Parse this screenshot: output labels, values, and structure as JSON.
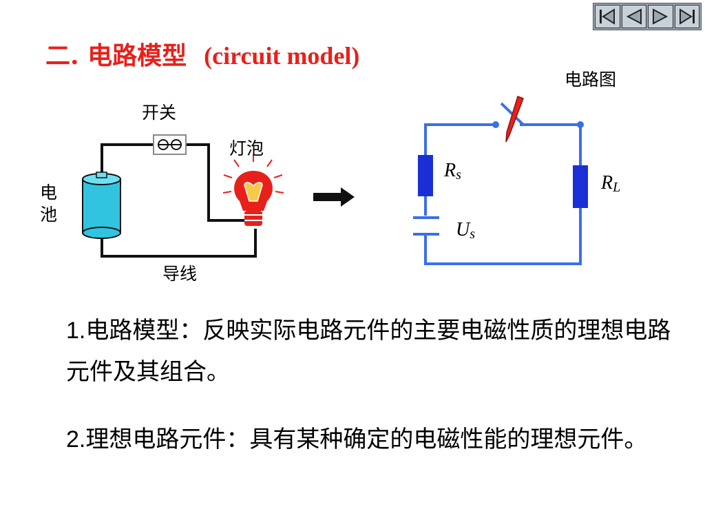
{
  "title": {
    "prefix": "二. 电路模型",
    "english": "(circuit model)"
  },
  "diagram_labels": {
    "switch": "开关",
    "bulb": "灯泡",
    "battery": "电\n池",
    "wire": "导线",
    "schematic_title": "电路图",
    "rs_main": "R",
    "rs_sub": "s",
    "rl_main": "R",
    "rl_sub": "L",
    "us_main": "U",
    "us_sub": "s"
  },
  "points": [
    {
      "number": "1.",
      "text": "电路模型：反映实际电路元件的主要电磁性质的理想电路元件及其组合。"
    },
    {
      "number": "2.",
      "text": "理想电路元件：具有某种确定的电磁性能的理想元件。"
    }
  ],
  "nav": [
    "first",
    "prev",
    "next",
    "last"
  ],
  "colors": {
    "title": "#e8201a",
    "wire_schematic": "#3a6fe8",
    "component": "#1b2fd6",
    "battery_body": "#30c4e0",
    "bulb": "#e8201a"
  }
}
